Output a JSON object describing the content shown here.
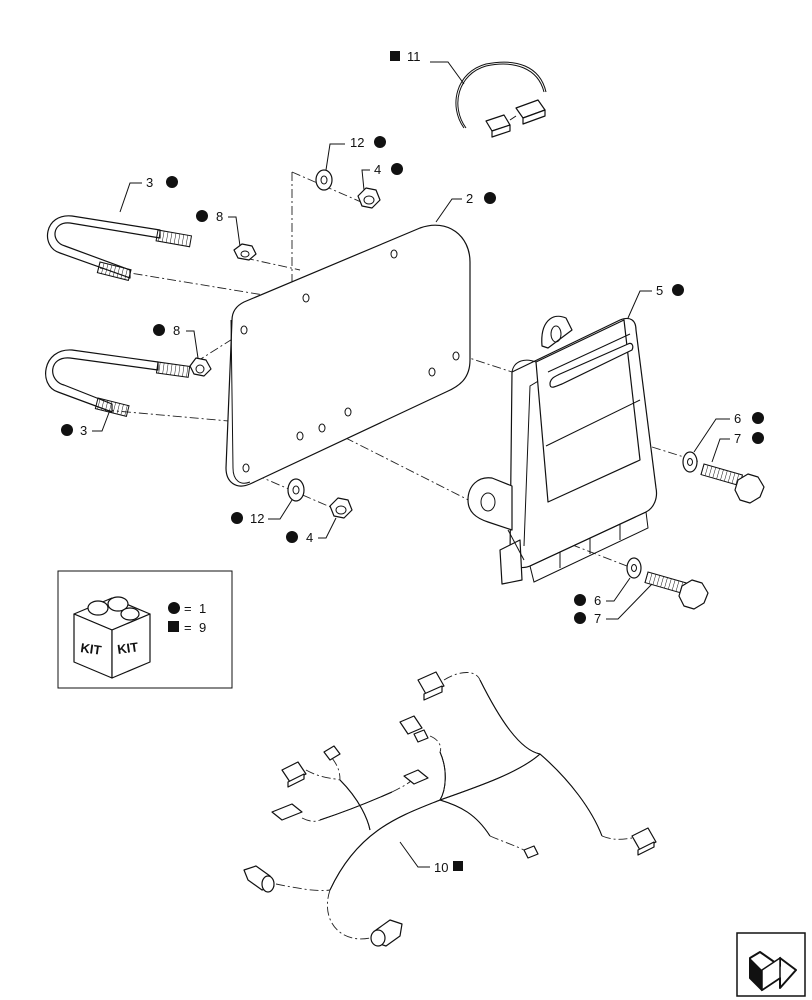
{
  "callouts": [
    {
      "id": "c11",
      "number": "11",
      "marker": "square"
    },
    {
      "id": "c12a",
      "number": "12",
      "marker": "circle"
    },
    {
      "id": "c4a",
      "number": "4",
      "marker": "circle"
    },
    {
      "id": "c3a",
      "number": "3",
      "marker": "circle"
    },
    {
      "id": "c2",
      "number": "2",
      "marker": "circle"
    },
    {
      "id": "c8a",
      "number": "8",
      "marker": "circle"
    },
    {
      "id": "c5",
      "number": "5",
      "marker": "circle"
    },
    {
      "id": "c8b",
      "number": "8",
      "marker": "circle"
    },
    {
      "id": "c3b",
      "number": "3",
      "marker": "circle"
    },
    {
      "id": "c6a",
      "number": "6",
      "marker": "circle"
    },
    {
      "id": "c7a",
      "number": "7",
      "marker": "circle"
    },
    {
      "id": "c12b",
      "number": "12",
      "marker": "circle"
    },
    {
      "id": "c4b",
      "number": "4",
      "marker": "circle"
    },
    {
      "id": "c6b",
      "number": "6",
      "marker": "circle"
    },
    {
      "id": "c7b",
      "number": "7",
      "marker": "circle"
    },
    {
      "id": "c10",
      "number": "10",
      "marker": "square"
    }
  ],
  "kit_legend": {
    "box_label": "KIT",
    "entries": [
      {
        "marker": "circle",
        "equals": "=",
        "value": "1"
      },
      {
        "marker": "square",
        "equals": "=",
        "value": "9"
      }
    ]
  },
  "colors": {
    "ink": "#111111",
    "paper": "#ffffff"
  },
  "icons": {
    "nav": "next-page-arrow-icon"
  }
}
